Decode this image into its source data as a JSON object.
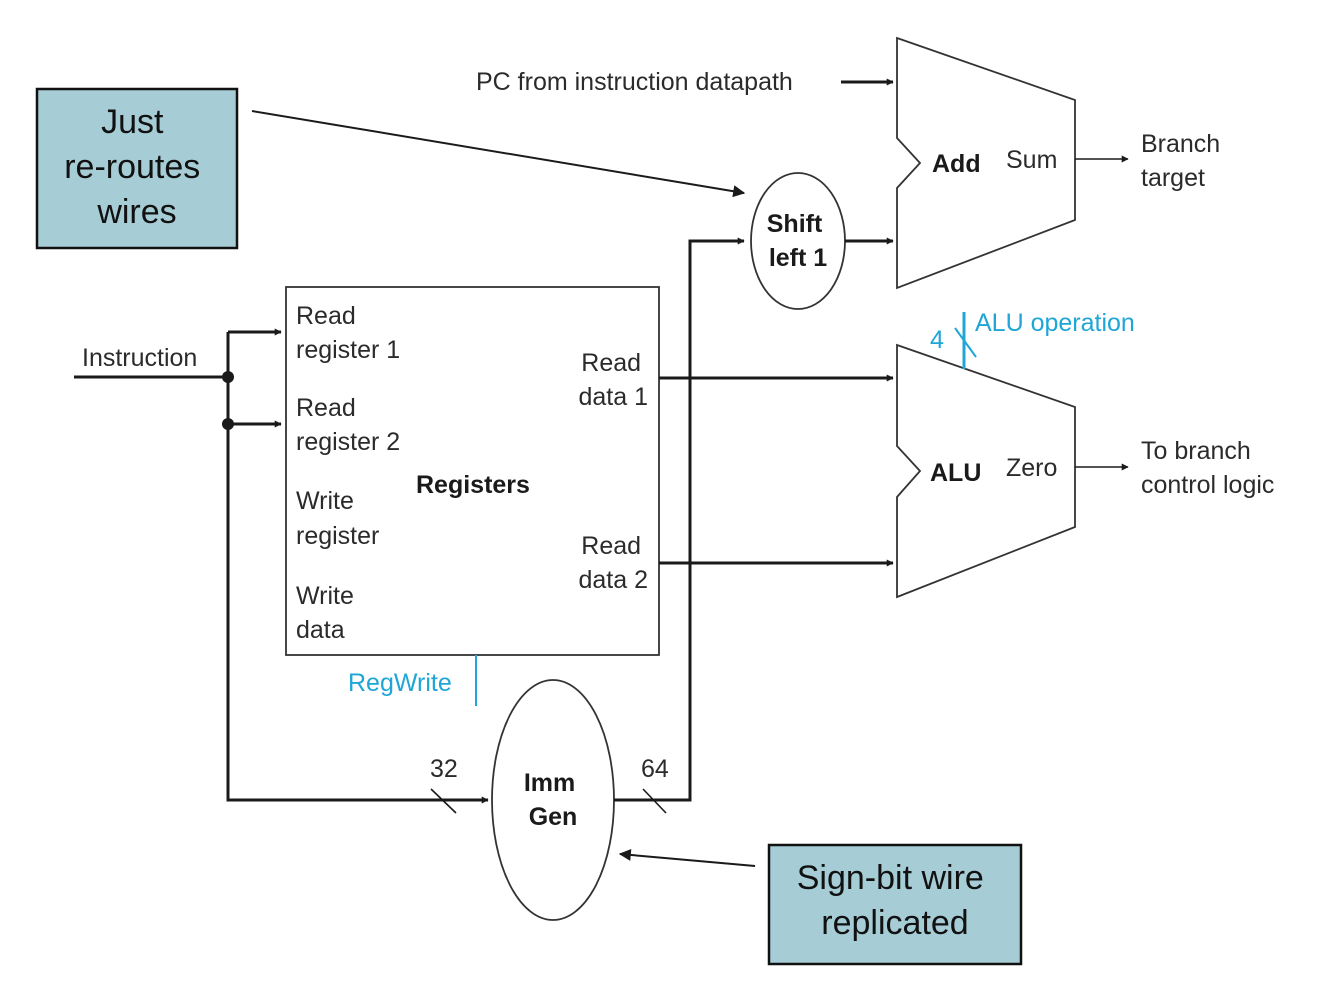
{
  "callouts": {
    "top_left": {
      "lines": [
        "Just",
        "re-routes",
        "wires"
      ]
    },
    "bottom_right": {
      "lines": [
        "Sign-bit wire",
        "replicated"
      ]
    }
  },
  "inputs": {
    "pc": "PC from instruction datapath",
    "instruction": "Instruction"
  },
  "registers": {
    "title": "Registers",
    "read_register_1": [
      "Read",
      "register 1"
    ],
    "read_register_2": [
      "Read",
      "register 2"
    ],
    "write_register": [
      "Write",
      "register"
    ],
    "write_data": [
      "Write",
      "data"
    ],
    "read_data_1": [
      "Read",
      "data 1"
    ],
    "read_data_2": [
      "Read",
      "data 2"
    ]
  },
  "control": {
    "regwrite": "RegWrite",
    "alu_operation": "ALU operation",
    "alu_op_width": "4"
  },
  "shift": {
    "lines": [
      "Shift",
      "left 1"
    ]
  },
  "add": {
    "label": "Add",
    "output": "Sum"
  },
  "alu": {
    "label": "ALU",
    "output": "Zero"
  },
  "immgen": {
    "lines": [
      "Imm",
      "Gen"
    ],
    "in_width": "32",
    "out_width": "64"
  },
  "outputs": {
    "branch_target": [
      "Branch",
      "target"
    ],
    "branch_control": [
      "To branch",
      "control logic"
    ]
  },
  "colors": {
    "callout_fill": "#a6cdd6",
    "control_signal": "#1fa6d6",
    "wire": "#1a1a1a"
  }
}
